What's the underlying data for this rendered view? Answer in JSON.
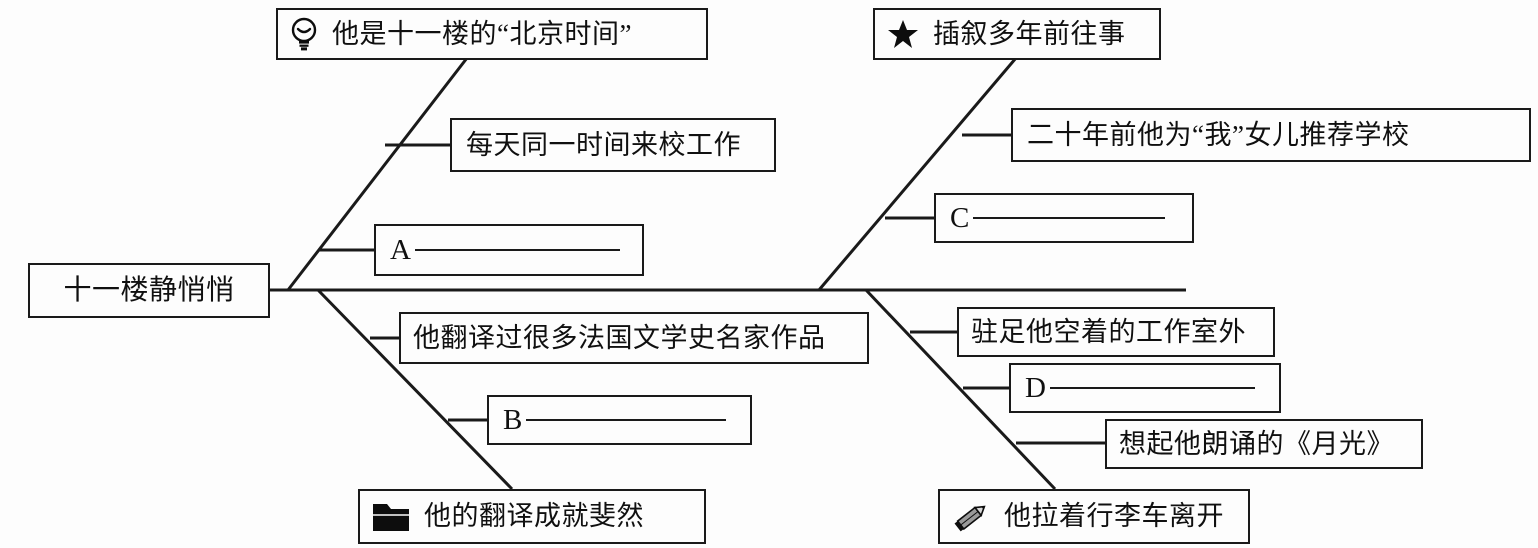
{
  "diagram": {
    "type": "fishbone",
    "title_node": {
      "label": "十一楼静悄悄"
    },
    "branches": [
      {
        "id": "upper-left",
        "side": "left",
        "position": "upper",
        "tip_node": {
          "label": "他是十一楼的“北京时间”",
          "icon": "lightbulb-icon"
        },
        "items": [
          {
            "label": "每天同一时间来校工作"
          },
          {
            "label": "A",
            "blank": true
          }
        ]
      },
      {
        "id": "lower-left",
        "side": "left",
        "position": "lower",
        "tip_node": {
          "label": "他的翻译成就斐然",
          "icon": "folder-icon"
        },
        "items": [
          {
            "label": "他翻译过很多法国文学史名家作品"
          },
          {
            "label": "B",
            "blank": true
          }
        ]
      },
      {
        "id": "upper-right",
        "side": "right",
        "position": "upper",
        "tip_node": {
          "label": "插叙多年前往事",
          "icon": "star-icon"
        },
        "items": [
          {
            "label": "二十年前他为“我”女儿推荐学校"
          },
          {
            "label": "C",
            "blank": true
          }
        ]
      },
      {
        "id": "lower-right",
        "side": "right",
        "position": "lower",
        "tip_node": {
          "label": "他拉着行李车离开",
          "icon": "pencil-icon"
        },
        "items": [
          {
            "label": "驻足他空着的工作室外"
          },
          {
            "label": "D",
            "blank": true
          },
          {
            "label": "想起他朗诵的《月光》"
          }
        ]
      }
    ],
    "colors": {
      "stroke": "#1a1a1a",
      "background": "#fdfdfd",
      "text": "#101010",
      "icon_fill": "#0d0d0d"
    }
  }
}
